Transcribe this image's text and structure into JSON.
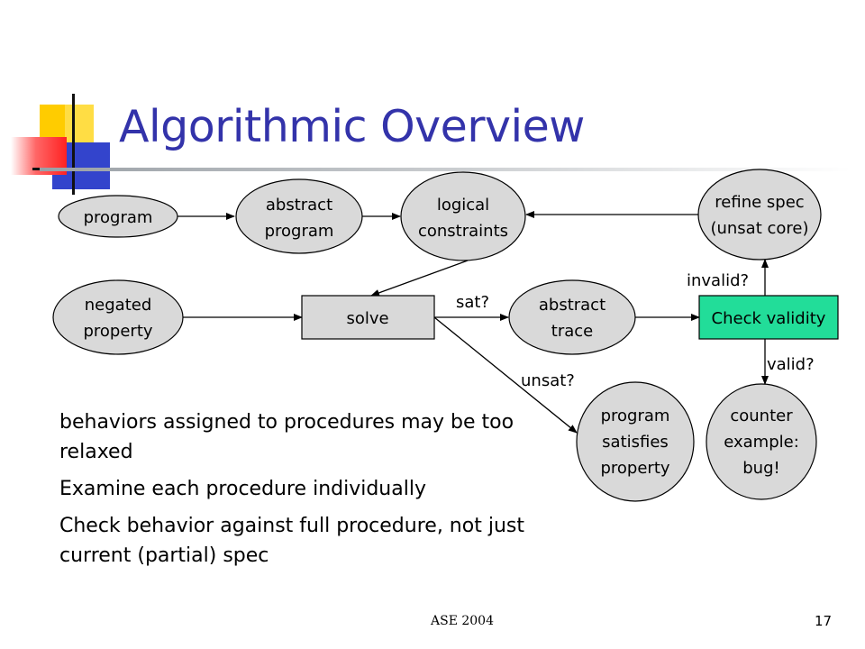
{
  "slide": {
    "title": "Algorithmic Overview",
    "footer": "ASE 2004",
    "page_number": "17"
  },
  "diagram": {
    "nodes": {
      "program": [
        "program"
      ],
      "abstract_program": [
        "abstract",
        "program"
      ],
      "logical_constraints": [
        "logical",
        "constraints"
      ],
      "refine_spec": [
        "refine spec",
        "(unsat core)"
      ],
      "negated_property": [
        "negated",
        "property"
      ],
      "solve": [
        "solve"
      ],
      "abstract_trace": [
        "abstract",
        "trace"
      ],
      "check_validity": [
        "Check validity"
      ],
      "program_satisfies": [
        "program",
        "satisfies",
        "property"
      ],
      "counter_example": [
        "counter",
        "example:",
        "bug!"
      ]
    },
    "edge_labels": {
      "sat": "sat?",
      "unsat": "unsat?",
      "invalid": "invalid?",
      "valid": "valid?"
    },
    "colors": {
      "ellipse_fill": "#d9d9d9",
      "check_fill": "#22dd99",
      "title": "#3333aa"
    }
  },
  "bullets": [
    "behaviors assigned to procedures may be too relaxed",
    "Examine each procedure individually",
    "Check behavior against full procedure, not just current (partial) spec"
  ]
}
